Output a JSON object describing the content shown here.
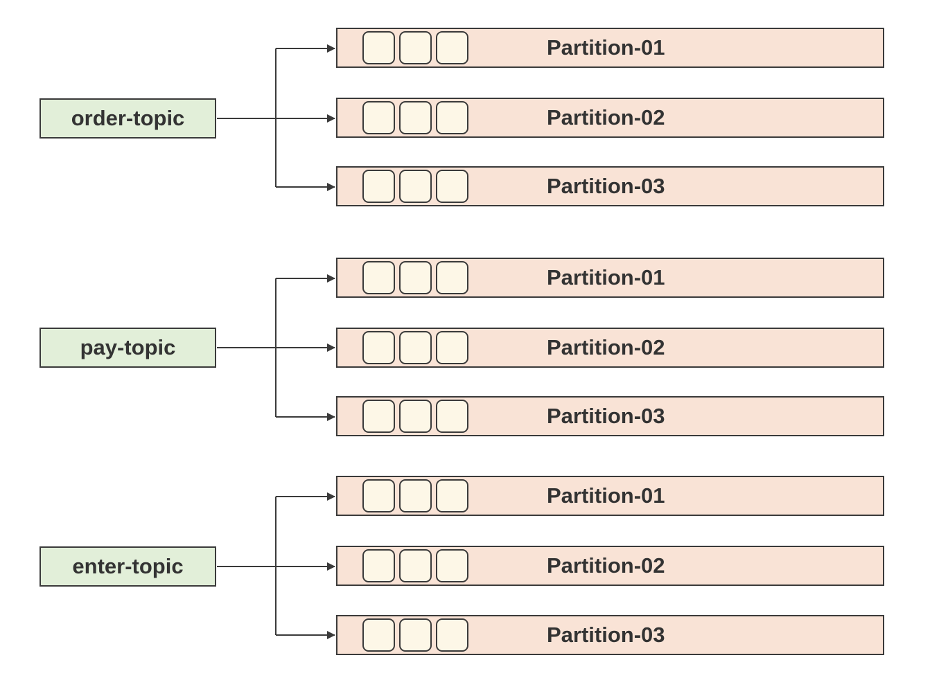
{
  "colors": {
    "topic_fill": "#e2efd9",
    "partition_fill": "#f9e3d6",
    "message_fill": "#fdf7e7",
    "stroke": "#3a3a3a",
    "text": "#333333"
  },
  "topics": [
    {
      "label": "order-topic",
      "partitions": [
        {
          "label": "Partition-01",
          "message_count": 3
        },
        {
          "label": "Partition-02",
          "message_count": 3
        },
        {
          "label": "Partition-03",
          "message_count": 3
        }
      ]
    },
    {
      "label": "pay-topic",
      "partitions": [
        {
          "label": "Partition-01",
          "message_count": 3
        },
        {
          "label": "Partition-02",
          "message_count": 3
        },
        {
          "label": "Partition-03",
          "message_count": 3
        }
      ]
    },
    {
      "label": "enter-topic",
      "partitions": [
        {
          "label": "Partition-01",
          "message_count": 3
        },
        {
          "label": "Partition-02",
          "message_count": 3
        },
        {
          "label": "Partition-03",
          "message_count": 3
        }
      ]
    }
  ]
}
